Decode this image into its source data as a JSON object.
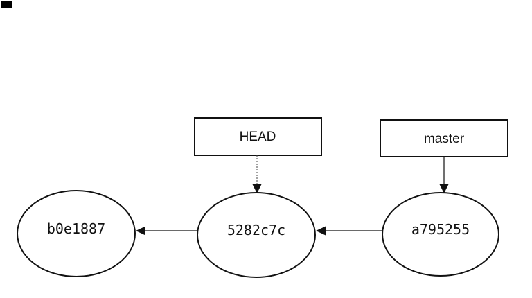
{
  "diagram": {
    "description": "Git commit history graph with HEAD and master refs",
    "background_color": "#ffffff",
    "stroke_color": "#111111",
    "refs": [
      {
        "label": "HEAD",
        "points_to": "5282c7c",
        "arrow_style": "dotted"
      },
      {
        "label": "master",
        "points_to": "a795255",
        "arrow_style": "solid"
      }
    ],
    "commits": [
      {
        "label": "b0e1887"
      },
      {
        "label": "5282c7c"
      },
      {
        "label": "a795255"
      }
    ],
    "edges": [
      {
        "from": "5282c7c",
        "to": "b0e1887"
      },
      {
        "from": "a795255",
        "to": "5282c7c"
      }
    ]
  }
}
